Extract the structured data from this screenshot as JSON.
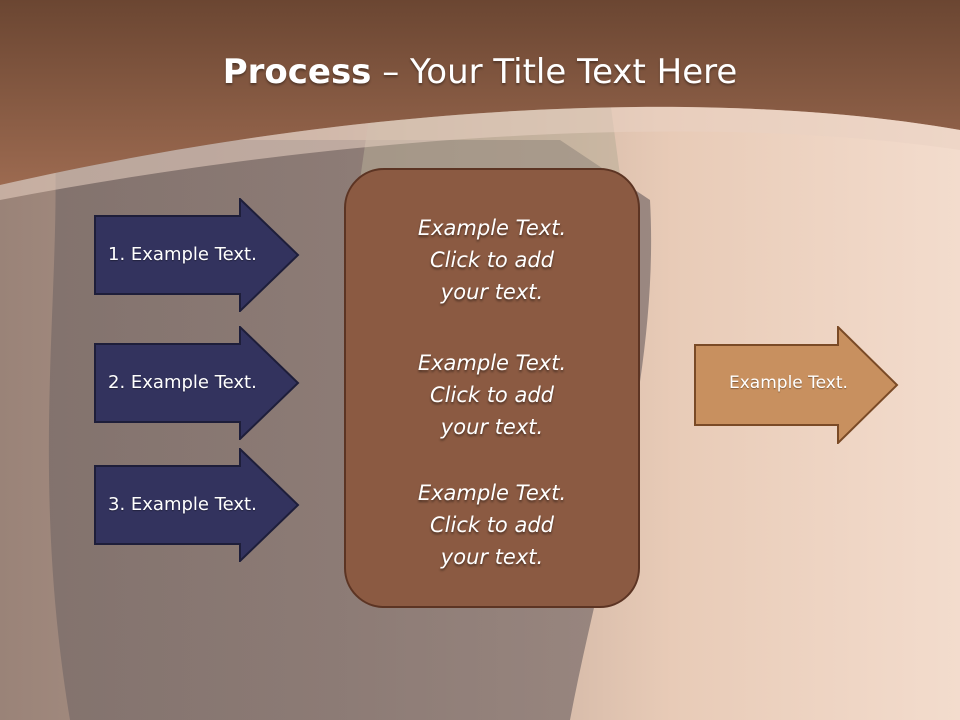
{
  "slide": {
    "title_bold": "Process",
    "title_rest": " – Your Title Text Here",
    "colors": {
      "header": "#8b5a42",
      "left_arrows": "#33335e",
      "center_box": "#8b5a42",
      "right_arrow": "#c8905f"
    }
  },
  "left_steps": [
    {
      "label": "1. Example Text."
    },
    {
      "label": "2. Example Text."
    },
    {
      "label": "3. Example Text."
    }
  ],
  "center_items": [
    {
      "line1": "Example Text.",
      "line2": "Click  to add",
      "line3": "your text."
    },
    {
      "line1": "Example Text.",
      "line2": "Click  to add",
      "line3": "your text."
    },
    {
      "line1": "Example Text.",
      "line2": "Click  to add",
      "line3": "your text."
    }
  ],
  "right_output": {
    "label": "Example Text."
  }
}
